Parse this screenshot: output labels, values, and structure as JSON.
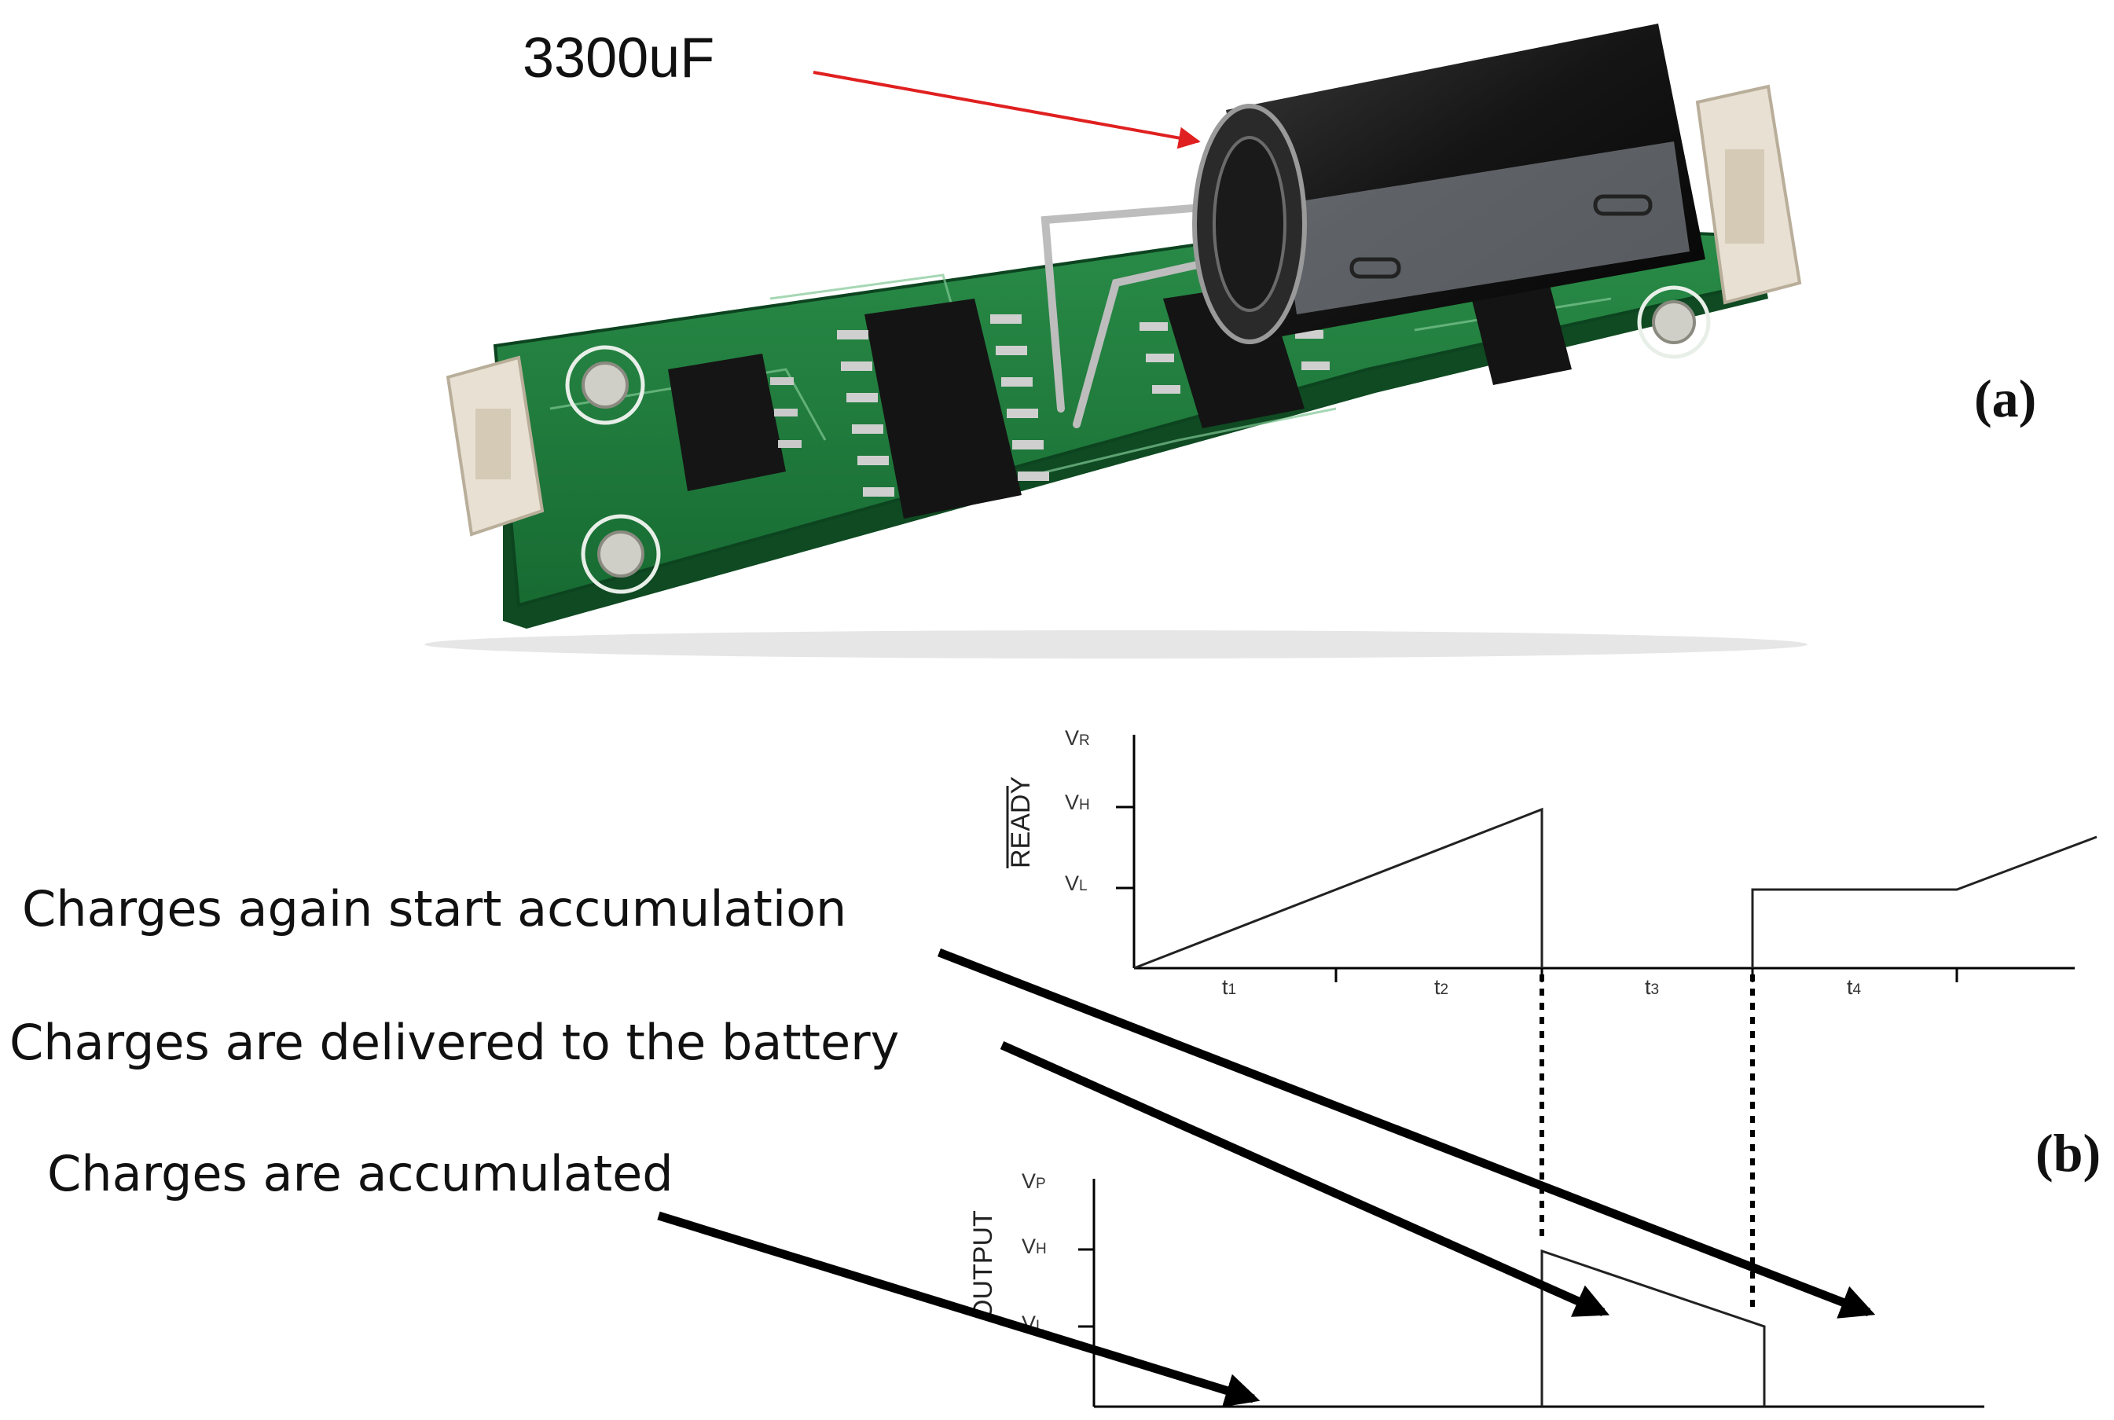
{
  "capacitor_label": "3300uF",
  "panel_a_label": "(a)",
  "panel_b_label": "(b)",
  "ready_plot": {
    "axis_title": "READY",
    "levels": [
      {
        "main": "V",
        "sub": "R"
      },
      {
        "main": "V",
        "sub": "H"
      },
      {
        "main": "V",
        "sub": "L"
      }
    ],
    "time_labels": [
      {
        "main": "t",
        "sub": "1"
      },
      {
        "main": "t",
        "sub": "2"
      },
      {
        "main": "t",
        "sub": "3"
      },
      {
        "main": "t",
        "sub": "4"
      }
    ]
  },
  "output_plot": {
    "axis_title": "OUTPUT",
    "levels": [
      {
        "main": "V",
        "sub": "P"
      },
      {
        "main": "V",
        "sub": "H"
      },
      {
        "main": "V",
        "sub": "L"
      }
    ]
  },
  "annotations": {
    "again": "Charges again start accumulation",
    "delivered": "Charges are delivered to the battery",
    "accumulated": "Charges are accumulated"
  },
  "colors": {
    "pcb_green": "#1f7a3a",
    "pcb_dark": "#0f4a22",
    "capacitor": "#1b1b1b",
    "arrow_red": "#e02020",
    "connector": "#e8e0d2"
  }
}
